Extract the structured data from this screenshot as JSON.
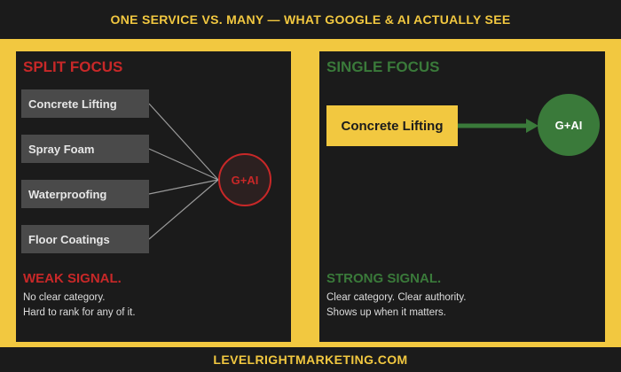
{
  "header": {
    "title": "ONE SERVICE VS. MANY — WHAT GOOGLE & AI ACTUALLY SEE"
  },
  "left_panel": {
    "title": "SPLIT FOCUS",
    "services": [
      "Concrete Lifting",
      "Spray Foam",
      "Waterproofing",
      "Floor Coatings"
    ],
    "node_label": "G+AI",
    "signal_title": "WEAK SIGNAL.",
    "signal_lines": [
      "No clear category.",
      "Hard to rank for any of it."
    ]
  },
  "right_panel": {
    "title": "SINGLE FOCUS",
    "service": "Concrete Lifting",
    "node_label": "G+AI",
    "signal_title": "STRONG SIGNAL.",
    "signal_lines": [
      "Clear category. Clear authority.",
      "Shows up when it matters."
    ]
  },
  "footer": {
    "text": "LEVELRIGHTMARKETING.COM"
  },
  "colors": {
    "background": "#f2c840",
    "panel": "#1b1b1b",
    "weak_red": "#c82828",
    "strong_green": "#3a7a3a",
    "service_gray": "#4a4a4a"
  }
}
